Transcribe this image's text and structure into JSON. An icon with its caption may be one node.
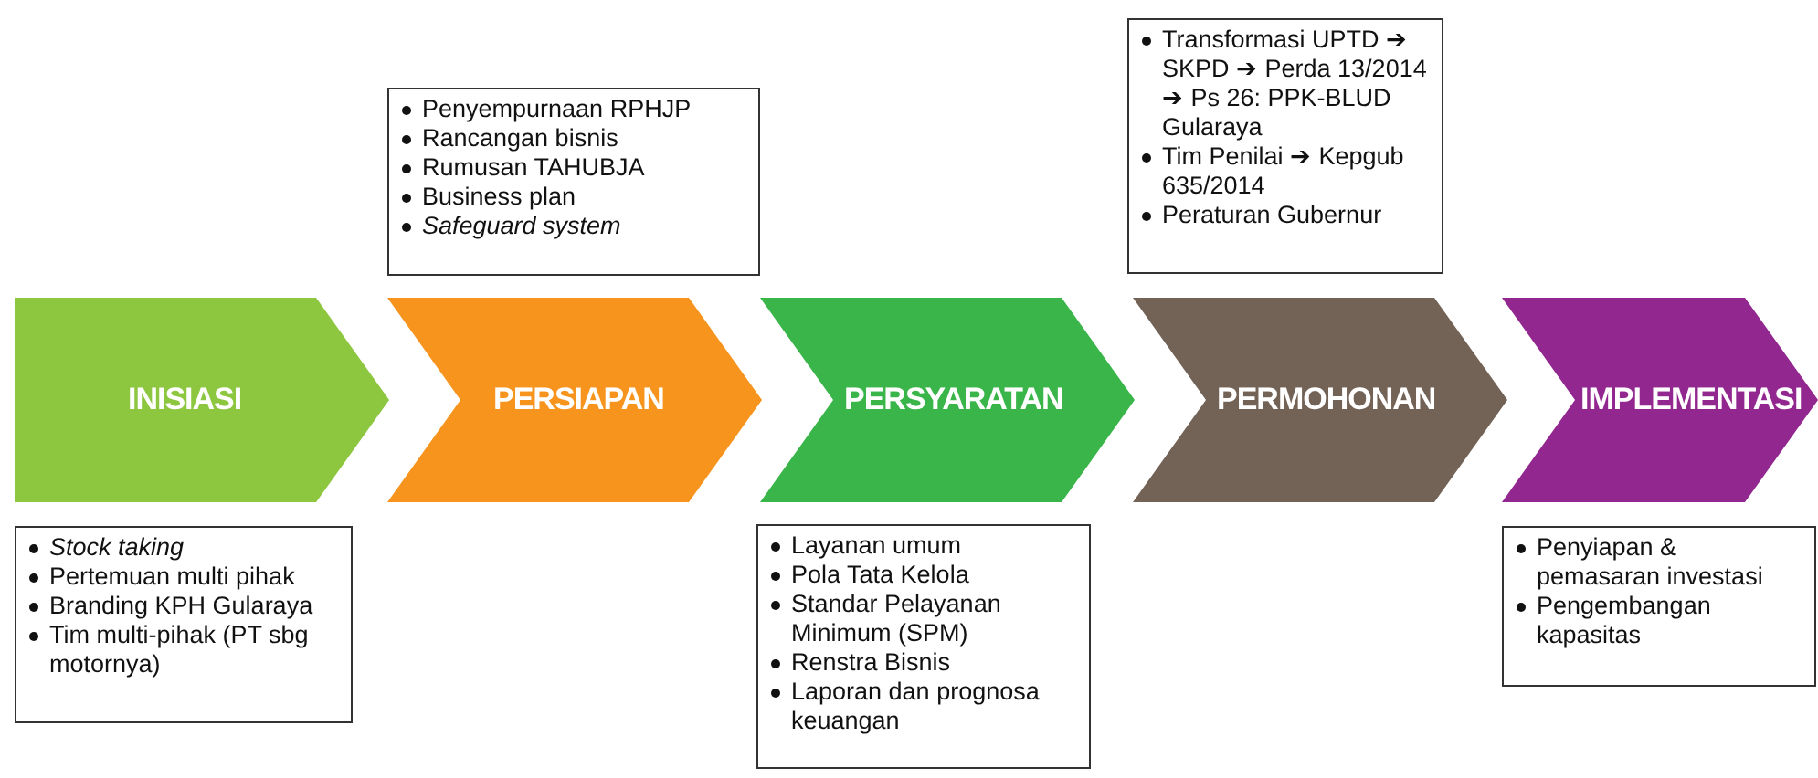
{
  "diagram": {
    "nodes": [
      {
        "text": [
          "Transformasi UPTD ➔ SKPD ➔ Perda 13/2014 ➔ Ps 26: PPK-BLUD Gularaya",
          "Tim Penilai ➔ Kepgub 635/2014",
          "Peraturan Gubernur"
        ]
      },
      {
        "text": [
          "Penyempurnaan RPHJP",
          "Rancangan bisnis",
          "Rumusan TAHUBJA",
          "Business plan",
          "Safeguard system"
        ]
      },
      {
        "text": [
          "INISIASI"
        ]
      },
      {
        "text": [
          "PERSIAPAN"
        ]
      },
      {
        "text": [
          "PERSYARATAN"
        ]
      },
      {
        "text": [
          "PERMOHONAN"
        ]
      },
      {
        "text": [
          "IMPLEMENTASI"
        ]
      },
      {
        "text": [
          "Stock taking",
          "Pertemuan multi pihak",
          "Branding KPH Gularaya",
          "Tim multi-pihak (PT sbg motornya)"
        ]
      },
      {
        "text": [
          "Layanan umum",
          "Pola Tata Kelola",
          "Standar Pelayanan Minimum (SPM)",
          "Renstra Bisnis",
          "Laporan dan prognosa keuangan"
        ]
      },
      {
        "text": [
          "Penyiapan & pemasaran investasi",
          "Pengembangan kapasitas"
        ]
      }
    ]
  }
}
